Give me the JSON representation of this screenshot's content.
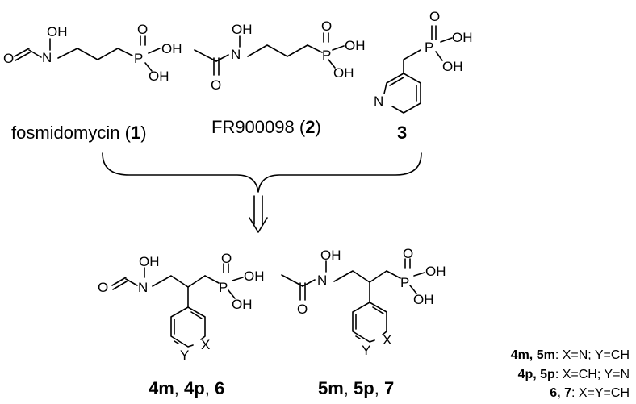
{
  "atoms": {
    "O": "O",
    "N": "N",
    "P": "P",
    "OH": "OH",
    "X": "X",
    "Y": "Y"
  },
  "compounds": {
    "c1": {
      "name": "fosmidomycin",
      "number": "1"
    },
    "c2": {
      "name": "FR900098",
      "number": "2"
    },
    "c3": {
      "number": "3"
    },
    "p1": {
      "parts": [
        "4m",
        ", ",
        "4p",
        ", ",
        "6"
      ]
    },
    "p2": {
      "parts": [
        "5m",
        ", ",
        "5p",
        ", ",
        "7"
      ]
    }
  },
  "legend": [
    {
      "label": "4m, 5m",
      "value": "X=N; Y=CH"
    },
    {
      "label": "4p, 5p",
      "value": "X=CH; Y=N"
    },
    {
      "label": "6, 7",
      "value": "X=Y=CH"
    }
  ],
  "arrow": {
    "type": "retrosynthetic"
  }
}
